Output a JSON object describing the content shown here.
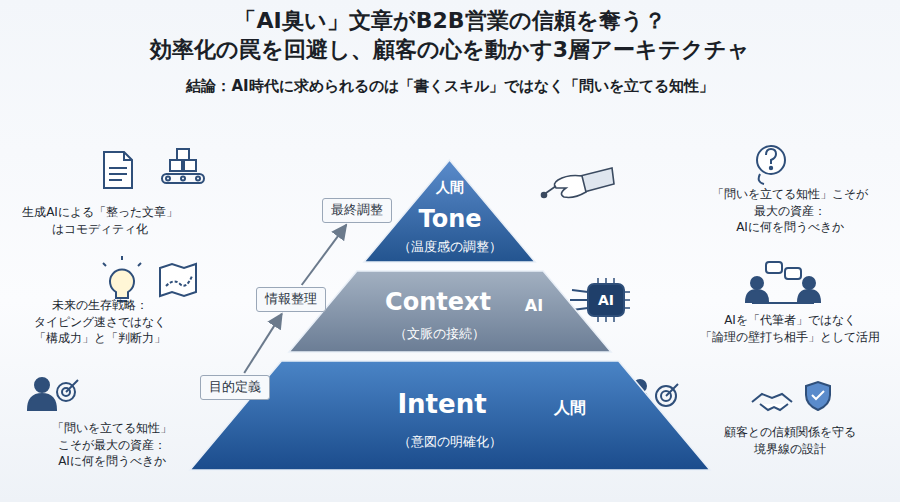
{
  "diagram": {
    "title": "「AI臭い」文章がB2B営業の信頼を奪う？ 効率化の罠を回避し、顧客の心を動かす3層アーキテクチャ",
    "nodes": [
      {
        "text": [
          "人間",
          "Tone",
          "（温度感の調整）"
        ]
      },
      {
        "text": [
          "Context",
          "AI",
          "（文脈の接続）"
        ]
      },
      {
        "text": [
          "Intent",
          "人間",
          "（意図の明確化）"
        ]
      },
      {
        "text": [
          "最終調整"
        ]
      },
      {
        "text": [
          "情報整理"
        ]
      },
      {
        "text": [
          "目的定義"
        ]
      }
    ],
    "edges": [
      {
        "from": 5,
        "to": 4,
        "arrow": "to"
      },
      {
        "from": 4,
        "to": 3,
        "arrow": "to"
      }
    ],
    "labels": [
      "結論：AI時代に求められるのは「書くスキル」ではなく「問いを立てる知性」",
      "生成AIによる「整った文章」 はコモディティ化",
      "未来の生存戦略： タイピング速さではなく 「構成力」と「判断力」",
      "「問いを立てる知性」 こそが最大の資産： AIに何を問うべきか",
      "「問いを立てる知性」こそが 最大の資産： AIに何を問うべきか",
      "AIを「代筆者」ではなく 「論理の壁打ち相手」として活用",
      "顧客との信頼関係を守る 境界線の設計",
      "AI"
    ]
  }
}
